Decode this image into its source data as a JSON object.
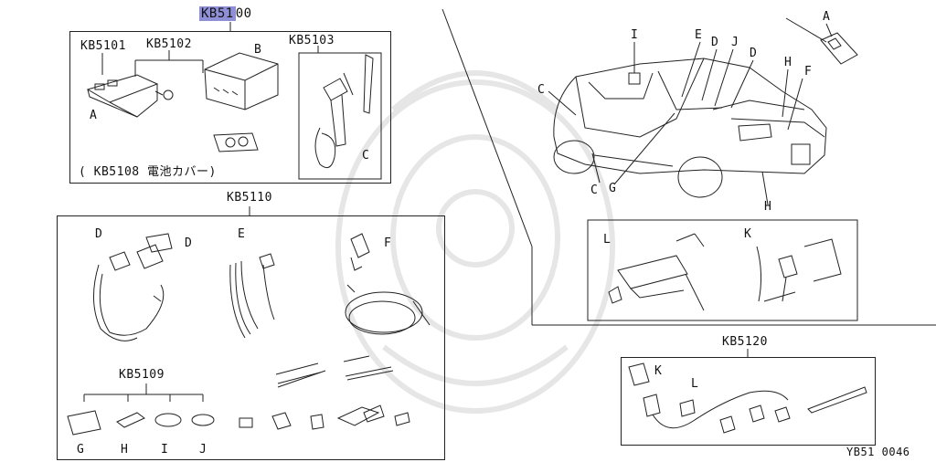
{
  "main": {
    "part_code": "KB5100",
    "part_code_highlight": "KB51",
    "part_code_rest": "00"
  },
  "kit_box": {
    "codes": {
      "kb5101": "KB5101",
      "kb5102": "KB5102",
      "kb5103": "KB5103"
    },
    "letters": {
      "a": "A",
      "b": "B",
      "c": "C"
    },
    "footnote": "( KB5108 電池カバー)"
  },
  "harness_box": {
    "code": "KB5110",
    "letters": {
      "d1": "D",
      "d2": "D",
      "e": "E",
      "f": "F"
    },
    "sub_code": "KB5109",
    "sub_letters": [
      "G",
      "H",
      "I",
      "J"
    ]
  },
  "vehicle": {
    "callouts": [
      "I",
      "E",
      "D",
      "J",
      "D",
      "H",
      "F",
      "C",
      "C",
      "G",
      "H",
      "A"
    ],
    "inset_letters": {
      "l": "L",
      "k": "K"
    }
  },
  "kb5120_box": {
    "code": "KB5120",
    "letters": {
      "k": "K",
      "l": "L"
    }
  },
  "figure_id": "YB51 0046"
}
